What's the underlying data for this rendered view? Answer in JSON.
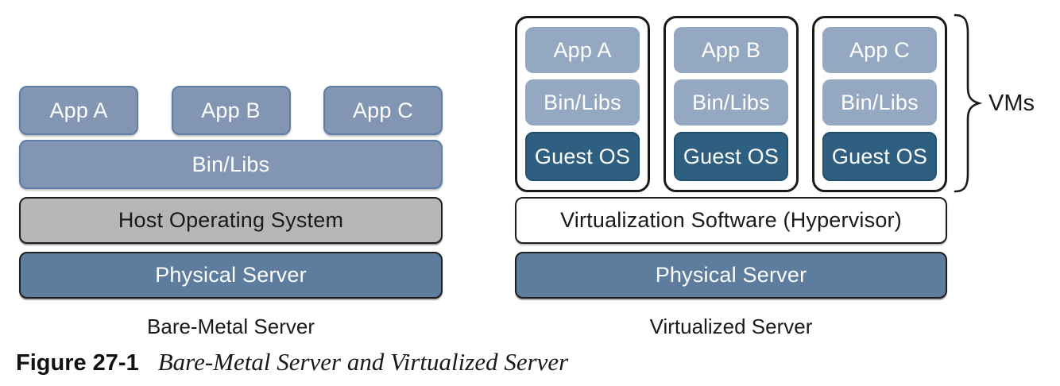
{
  "colors": {
    "slate_box_fill": "#8296b4",
    "slate_box_border": "#5d7ea6",
    "light_slate_fill": "#95a8c2",
    "guest_os_fill": "#2e5e80",
    "host_os_fill": "#b5b6b8",
    "physical_server_fill": "#5d7c9e",
    "outline_dark": "#1f1f1f",
    "label_on_dark": "#ffffff",
    "label_on_light": "#1a1a1a"
  },
  "left": {
    "apps": [
      "App A",
      "App B",
      "App C"
    ],
    "binlibs": "Bin/Libs",
    "host_os": "Host Operating System",
    "physical": "Physical Server",
    "caption": "Bare-Metal Server"
  },
  "right": {
    "vms": [
      {
        "app": "App A",
        "binlibs": "Bin/Libs",
        "guest": "Guest OS"
      },
      {
        "app": "App B",
        "binlibs": "Bin/Libs",
        "guest": "Guest OS"
      },
      {
        "app": "App C",
        "binlibs": "Bin/Libs",
        "guest": "Guest OS"
      }
    ],
    "vms_label": "VMs",
    "hypervisor": "Virtualization Software (Hypervisor)",
    "physical": "Physical Server",
    "caption": "Virtualized Server"
  },
  "figure": {
    "number": "Figure 27-1",
    "title": "Bare-Metal Server and Virtualized Server"
  }
}
